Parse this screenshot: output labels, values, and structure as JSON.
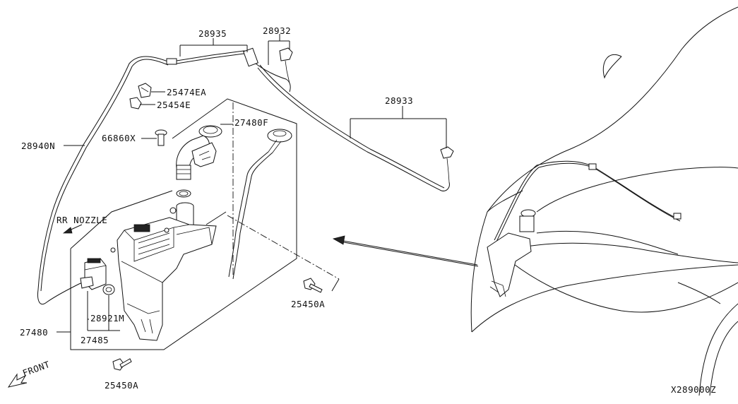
{
  "labels": {
    "p28935": "28935",
    "p28932": "28932",
    "p25474EA": "25474EA",
    "p25454E": "25454E",
    "p28933": "28933",
    "p28940N": "28940N",
    "p66860X": "66860X",
    "p27480F": "27480F",
    "rr_nozzle": "RR NOZZLE",
    "p25450A_right": "25450A",
    "p28921M": "28921M",
    "p27480": "27480",
    "p27485": "27485",
    "p25450A_bottom": "25450A",
    "front": "FRONT",
    "diagram_code": "X289000Z"
  }
}
